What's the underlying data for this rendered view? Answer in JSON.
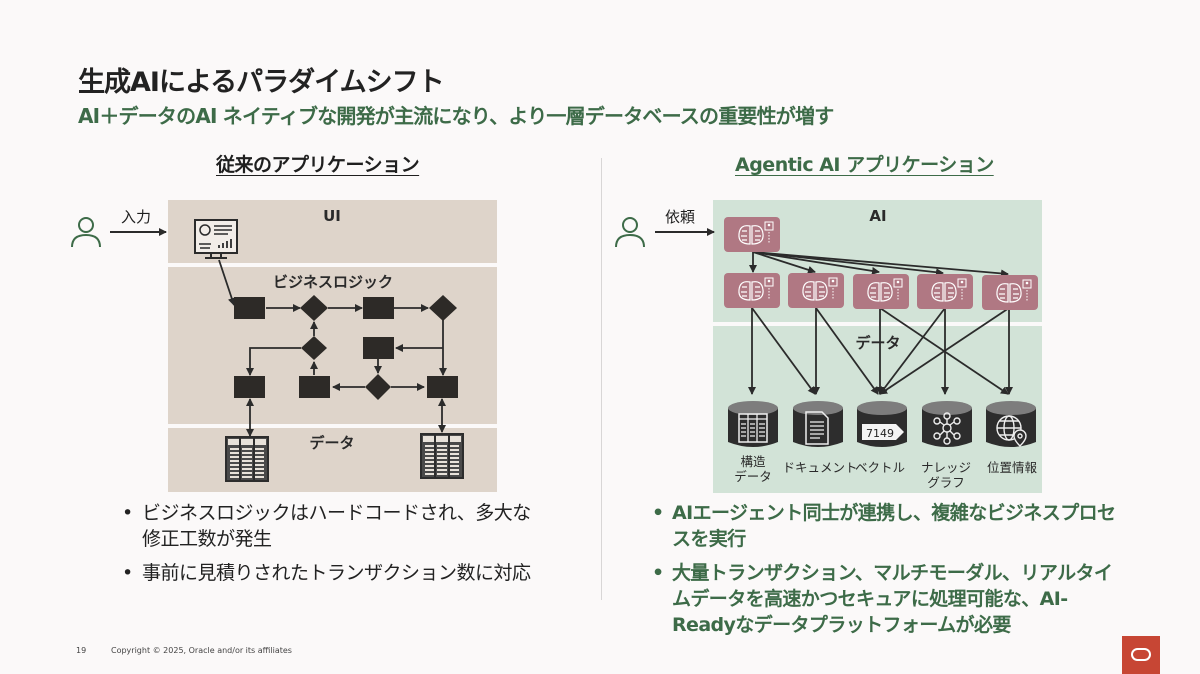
{
  "slide": {
    "title": "生成AIによるパラダイムシフト",
    "subtitle": "AI＋データのAI ネイティブな開発が主流になり、より一層データベースの重要性が増す"
  },
  "left": {
    "heading": "従来のアプリケーション",
    "actor_label": "入力",
    "bands": {
      "ui": "UI",
      "logic": "ビジネスロジック",
      "data": "データ"
    },
    "bullets": [
      "ビジネスロジックはハードコードされ、多大な修正工数が発生",
      "事前に見積りされたトランザクション数に対応"
    ]
  },
  "right": {
    "heading": "Agentic AI アプリケーション",
    "actor_label": "依頼",
    "bands": {
      "ai": "AI",
      "data": "データ"
    },
    "databases": [
      {
        "label_line1": "構造",
        "label_line2": "データ",
        "icon": "table-icon"
      },
      {
        "label_line1": "ドキュメント",
        "label_line2": "",
        "icon": "document-icon"
      },
      {
        "label_line1": "ベクトル",
        "label_line2": "",
        "icon": "vector-tag-icon",
        "tag_text": "7149"
      },
      {
        "label_line1": "ナレッジ",
        "label_line2": "グラフ",
        "icon": "graph-icon"
      },
      {
        "label_line1": "位置情報",
        "label_line2": "",
        "icon": "globe-pin-icon"
      }
    ],
    "bullets": [
      "AIエージェント同士が連携し、複雑なビジネスプロセスを実行",
      "大量トランザクション、マルチモーダル、リアルタイムデータを高速かつセキュアに処理可能な、AI-Readyなデータプラットフォームが必要"
    ]
  },
  "footer": {
    "page_number": "19",
    "copyright": "Copyright © 2025, Oracle and/or its affiliates"
  },
  "colors": {
    "accent_green": "#3d6b48",
    "left_band": "#ded4ca",
    "right_band": "#d2e3d7",
    "agent_box": "#b07883",
    "oracle_red": "#c74634"
  }
}
